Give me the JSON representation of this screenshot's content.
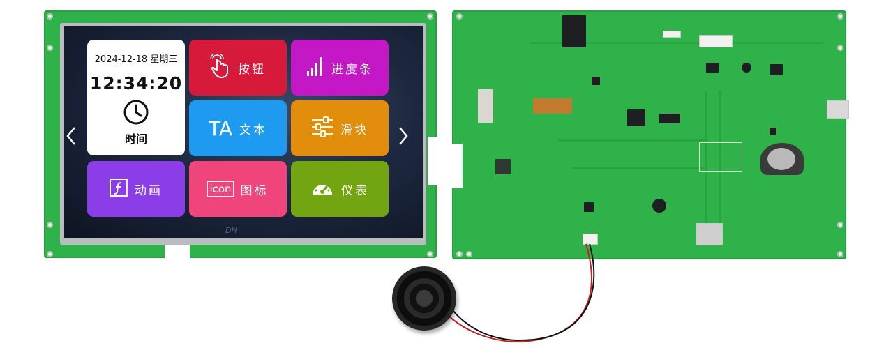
{
  "screen": {
    "clock": {
      "date": "2024-12-18 星期三",
      "time": "12:34:20",
      "label": "时间"
    },
    "tiles": [
      {
        "label": "按钮",
        "icon": "touch-hand-icon",
        "color": "#d7193a"
      },
      {
        "label": "进度条",
        "icon": "progress-bars-icon",
        "color": "#c417c6"
      },
      {
        "label": "文本",
        "icon": "text-icon",
        "color": "#1e9bf0"
      },
      {
        "label": "滑块",
        "icon": "slider-icon",
        "color": "#e28d0c"
      },
      {
        "label": "动画",
        "icon": "animation-icon",
        "color": "#8b3ee8"
      },
      {
        "label": "图标",
        "icon": "icon-badge-icon",
        "color": "#f0457b"
      },
      {
        "label": "仪表",
        "icon": "gauge-icon",
        "color": "#73a512"
      }
    ],
    "icon_badge_text": "icon",
    "text_icon_glyph": "TA",
    "brand": "DH"
  },
  "colors": {
    "pcb": "#2fb24a",
    "clock_card": "#ffffff"
  }
}
